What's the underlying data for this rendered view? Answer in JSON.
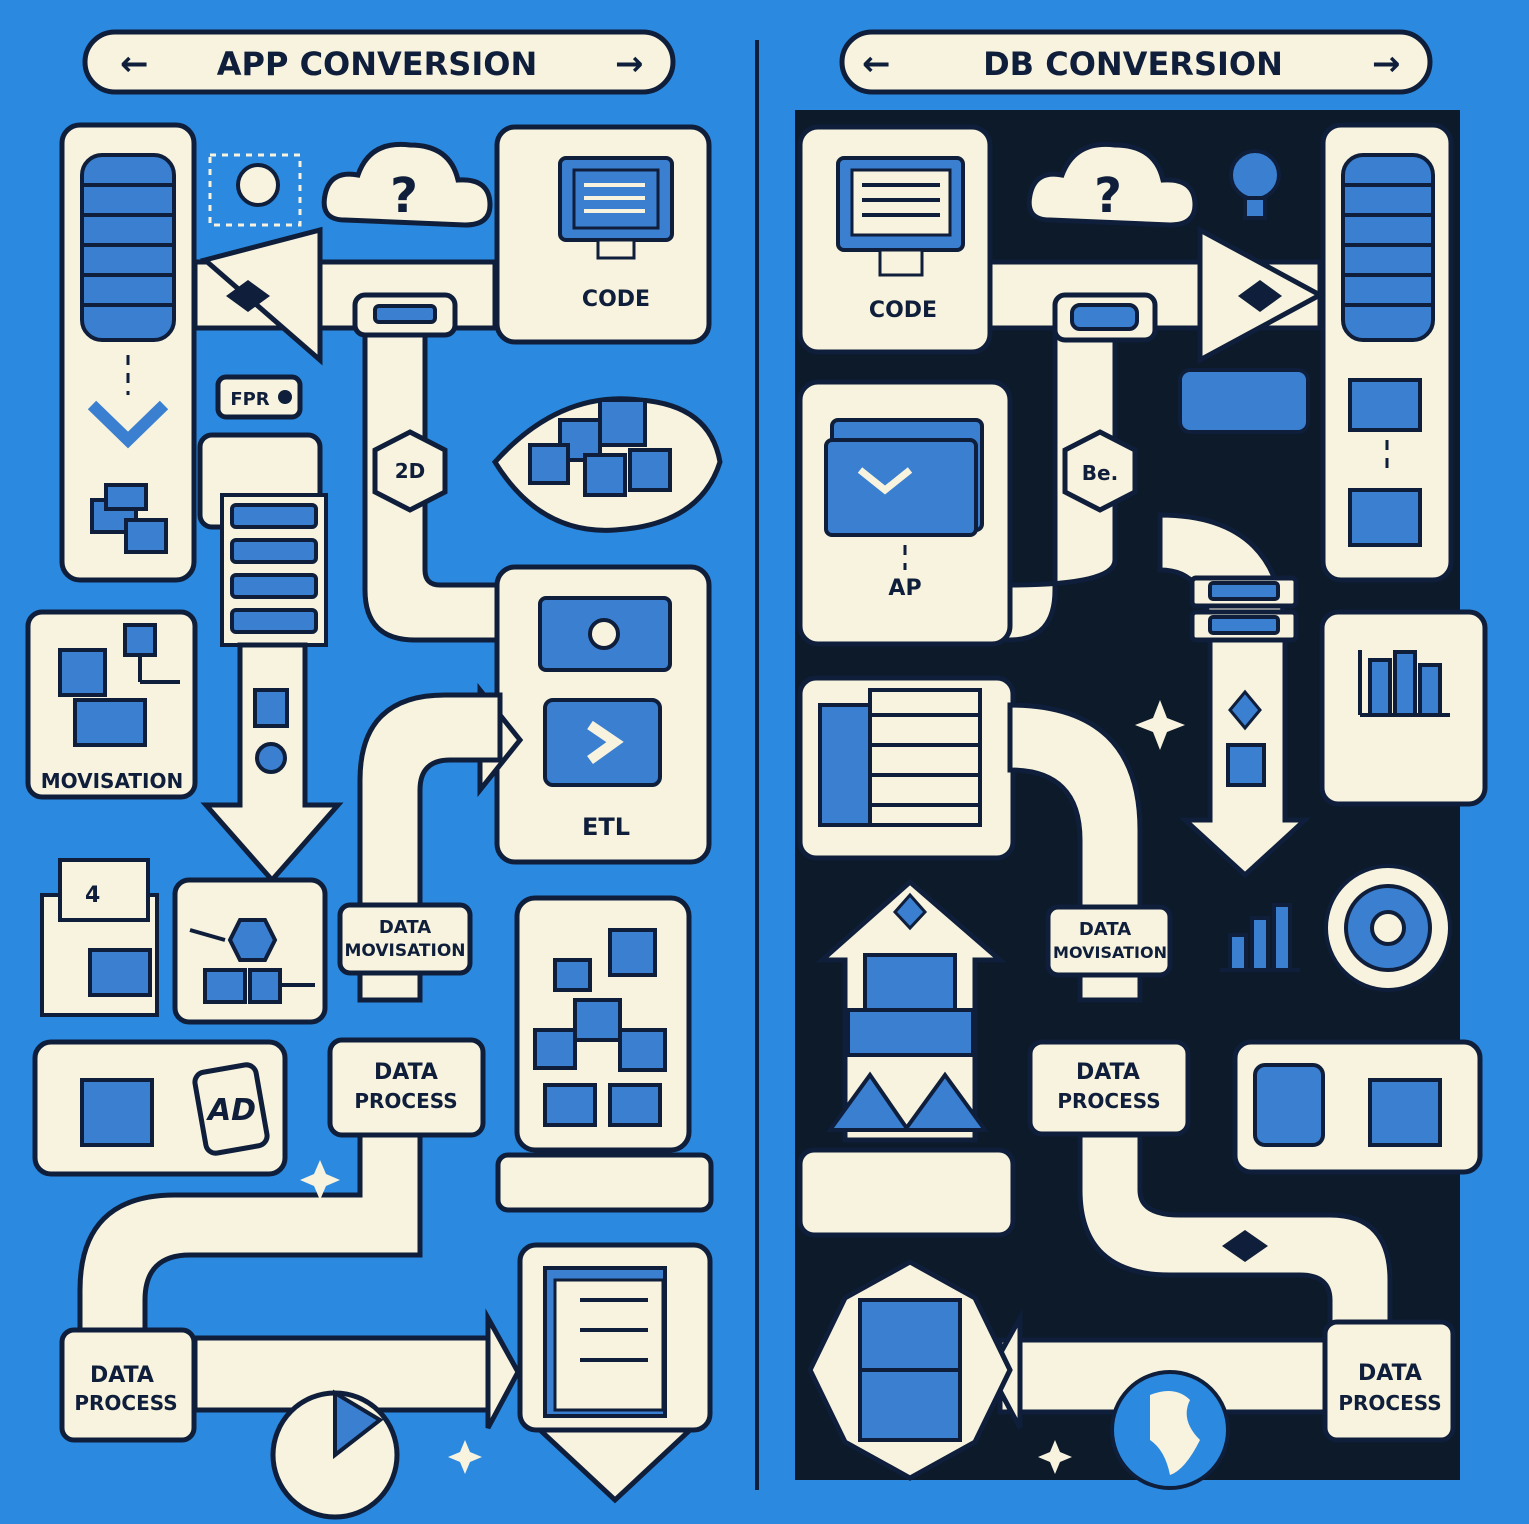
{
  "left_panel": {
    "banner": {
      "left_arrow": "←",
      "title": "APP CONVERSION",
      "right_arrow": "→"
    },
    "labels": {
      "code": "CODE",
      "movisation": "MOVISATION",
      "etl": "ETL",
      "data_movisation_line1": "DATA",
      "data_movisation_line2": "MOVISATION",
      "data_process_mid_line1": "DATA",
      "data_process_mid_line2": "PROCESS",
      "data_process_bottom_line1": "DATA",
      "data_process_bottom_line2": "PROCESS",
      "badge_2d": "2D",
      "tag_fpr": "FPR",
      "ad_stamp": "AD",
      "num_4": "4"
    }
  },
  "right_panel": {
    "banner": {
      "left_arrow": "←",
      "title": "DB CONVERSION",
      "right_arrow": "→"
    },
    "labels": {
      "code": "CODE",
      "ap": "AP",
      "badge_be": "Be.",
      "data_movisation_line1": "DATA",
      "data_movisation_line2": "MOVISATION",
      "data_process_mid_line1": "DATA",
      "data_process_mid_line2": "PROCESS",
      "data_process_right_line1": "DATA",
      "data_process_right_line2": "PROCESS"
    }
  },
  "colors": {
    "background_blue": "#2b8ae0",
    "dark_navy": "#0d1a2a",
    "cream": "#f7f3df",
    "icon_blue": "#3a7fd0",
    "outline": "#0f1e3a"
  }
}
